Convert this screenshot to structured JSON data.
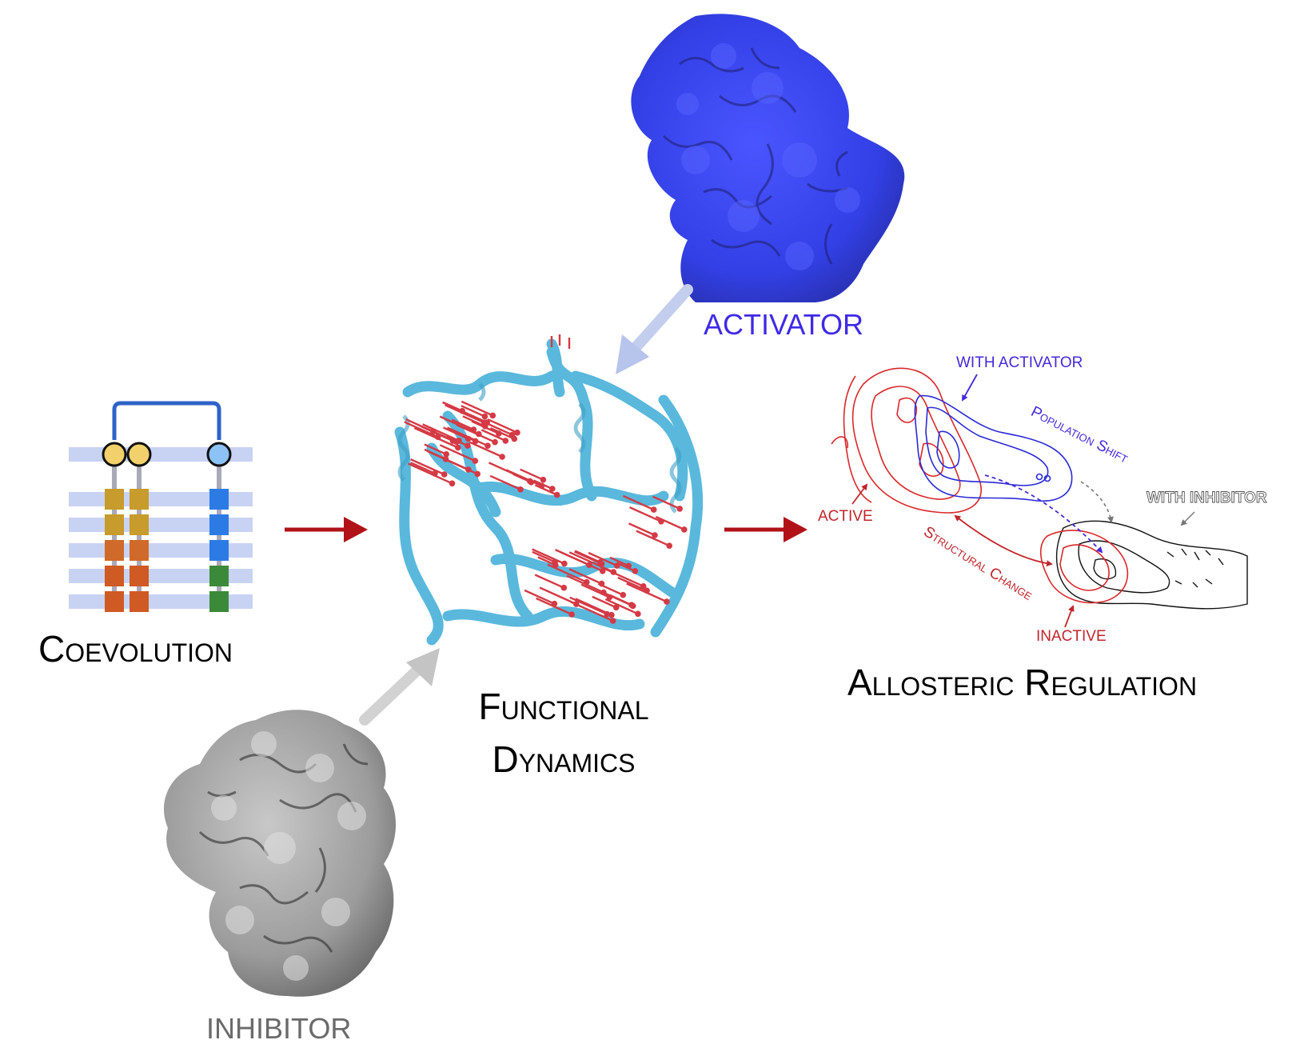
{
  "labels": {
    "coevolution": "Coevolution",
    "functional_line1": "Functional",
    "functional_line2": "Dynamics",
    "allosteric": "Allosteric Regulation",
    "activator": "ACTIVATOR",
    "inhibitor": "INHIBITOR",
    "active": "ACTIVE",
    "inactive": "INACTIVE",
    "with_activator": "WITH ACTIVATOR",
    "with_inhibitor": "WITH INHIBITOR",
    "population_shift": "Population Shift",
    "structural_change": "Structural Change"
  },
  "colors": {
    "activator_protein": "#3b47f0",
    "inhibitor_protein": "#9a9a9a",
    "ribbon": "#5ab8dc",
    "arrow_red": "#b01218",
    "active_contour": "#d8282a",
    "activator_contour": "#2a2ad6",
    "inhibitor_contour": "#111111",
    "activator_text": "#3f2ae6",
    "inhibitor_text": "#6a6a6a"
  },
  "coevolution_blocks": [
    [
      "#c79b2c",
      "#c79b2c",
      "#d06a2a",
      "#cf5a24",
      "#cf5a24"
    ],
    [
      "#c79b2c",
      "#c79b2c",
      "#d06a2a",
      "#cf5a24",
      "#cf5a24"
    ],
    [
      "#2c7be5",
      "#2c7be5",
      "#2c7be5",
      "#3b8a3a",
      "#3b8a3a"
    ]
  ],
  "coevolution_circles": [
    "#f2d06b",
    "#f2d06b",
    "#8cc2f5"
  ]
}
